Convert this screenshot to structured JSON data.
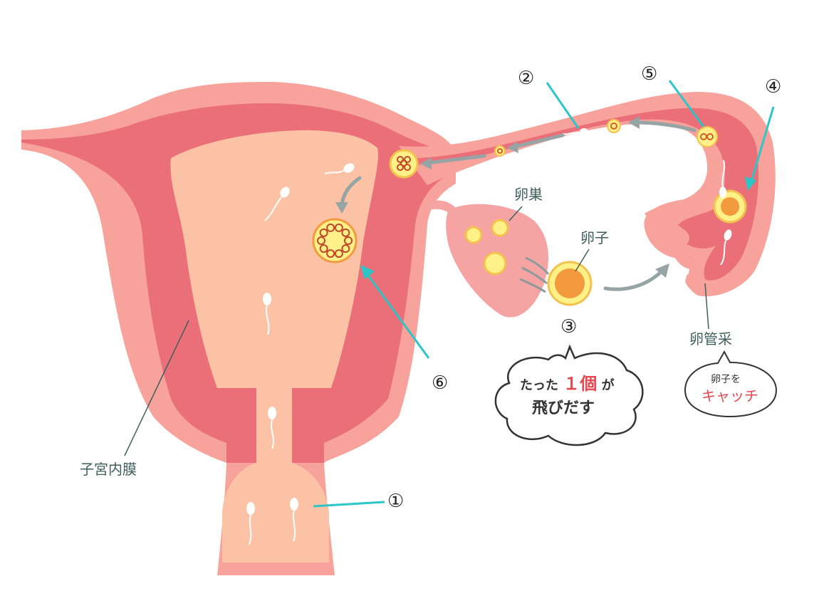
{
  "labels": {
    "endometrium": "子宮内膜",
    "ovary": "卵巣",
    "egg": "卵子",
    "fimbriae": "卵管采"
  },
  "steps": [
    "①",
    "②",
    "③",
    "④",
    "⑤",
    "⑥"
  ],
  "bubble_release": {
    "part1": "たった",
    "highlight": "１個",
    "part2": "が",
    "line2": "飛びだす"
  },
  "bubble_catch": {
    "line1": "卵子を",
    "line2": "キャッチ"
  },
  "colors": {
    "outer_wall": "#f7a29a",
    "muscle": "#ea6f79",
    "cavity": "#fbc2a5",
    "arrow_teal": "#2cc5c8",
    "arrow_gray": "#97a4a5",
    "highlight_red": "#e8474f",
    "egg_yellow": "#fff187",
    "egg_orange": "#f29a3d"
  }
}
